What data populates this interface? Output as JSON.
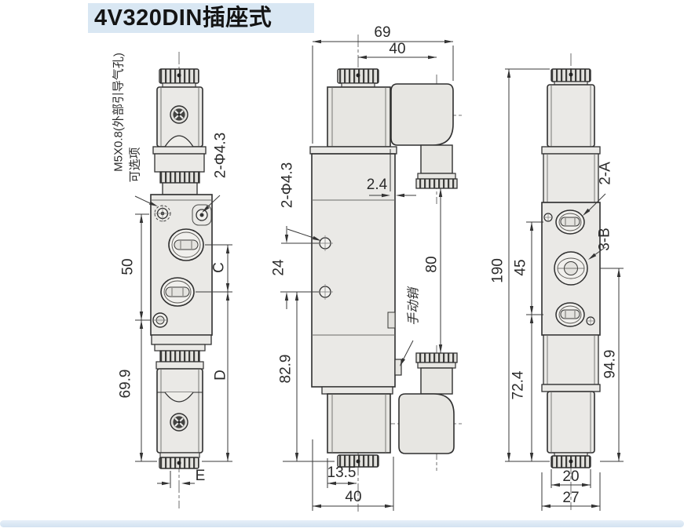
{
  "title": "4V320DIN插座式",
  "colors": {
    "title_bg": "#d9e7f3",
    "footer_bar": "#d3e2f1",
    "body_fill": "#eae9e6",
    "line": "#2f2f2f"
  },
  "labels": {
    "m5_port": "M5X0.8(外部引导气孔)",
    "optional": "可选项",
    "left_holes": "2-Φ4.3",
    "left_50": "50",
    "left_c": "C",
    "left_699": "69.9",
    "left_d": "D",
    "left_e": "E",
    "front_69": "69",
    "front_40_top": "40",
    "front_2_4": "2.4",
    "front_holes": "2-Φ4.3",
    "front_24": "24",
    "front_80": "80",
    "front_manual": "手动销",
    "front_829": "82.9",
    "front_135": "13.5",
    "front_40_bottom": "40",
    "right_2a": "2-A",
    "right_3b": "3-B",
    "right_190": "190",
    "right_45": "45",
    "right_724": "72.4",
    "right_949": "94.9",
    "right_20": "20",
    "right_27": "27"
  }
}
